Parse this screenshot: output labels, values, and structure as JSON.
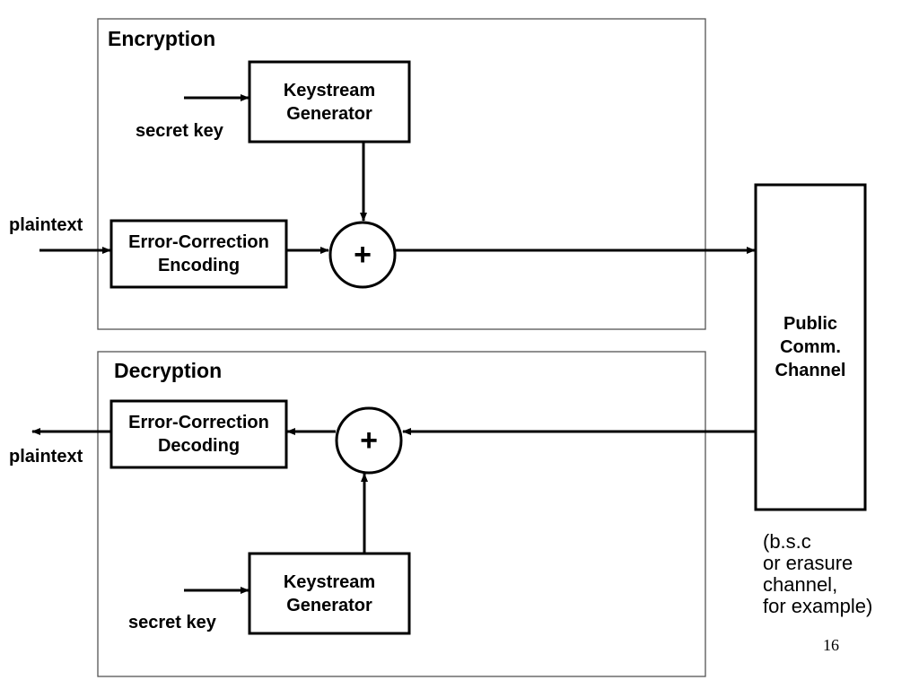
{
  "encryption": {
    "title": "Encryption",
    "secret_key_label": "secret key",
    "keystream_line1": "Keystream",
    "keystream_line2": "Generator",
    "input_label": "plaintext",
    "ecc_line1": "Error-Correction",
    "ecc_line2": "Encoding",
    "xor_symbol": "+"
  },
  "decryption": {
    "title": "Decryption",
    "secret_key_label": "secret key",
    "keystream_line1": "Keystream",
    "keystream_line2": "Generator",
    "output_label": "plaintext",
    "ecc_line1": "Error-Correction",
    "ecc_line2": "Decoding",
    "xor_symbol": "+"
  },
  "channel": {
    "line1": "Public",
    "line2": "Comm.",
    "line3": "Channel",
    "note_lines": [
      "(b.s.c",
      "or erasure",
      "channel,",
      "for example)"
    ]
  },
  "page_number": "16"
}
